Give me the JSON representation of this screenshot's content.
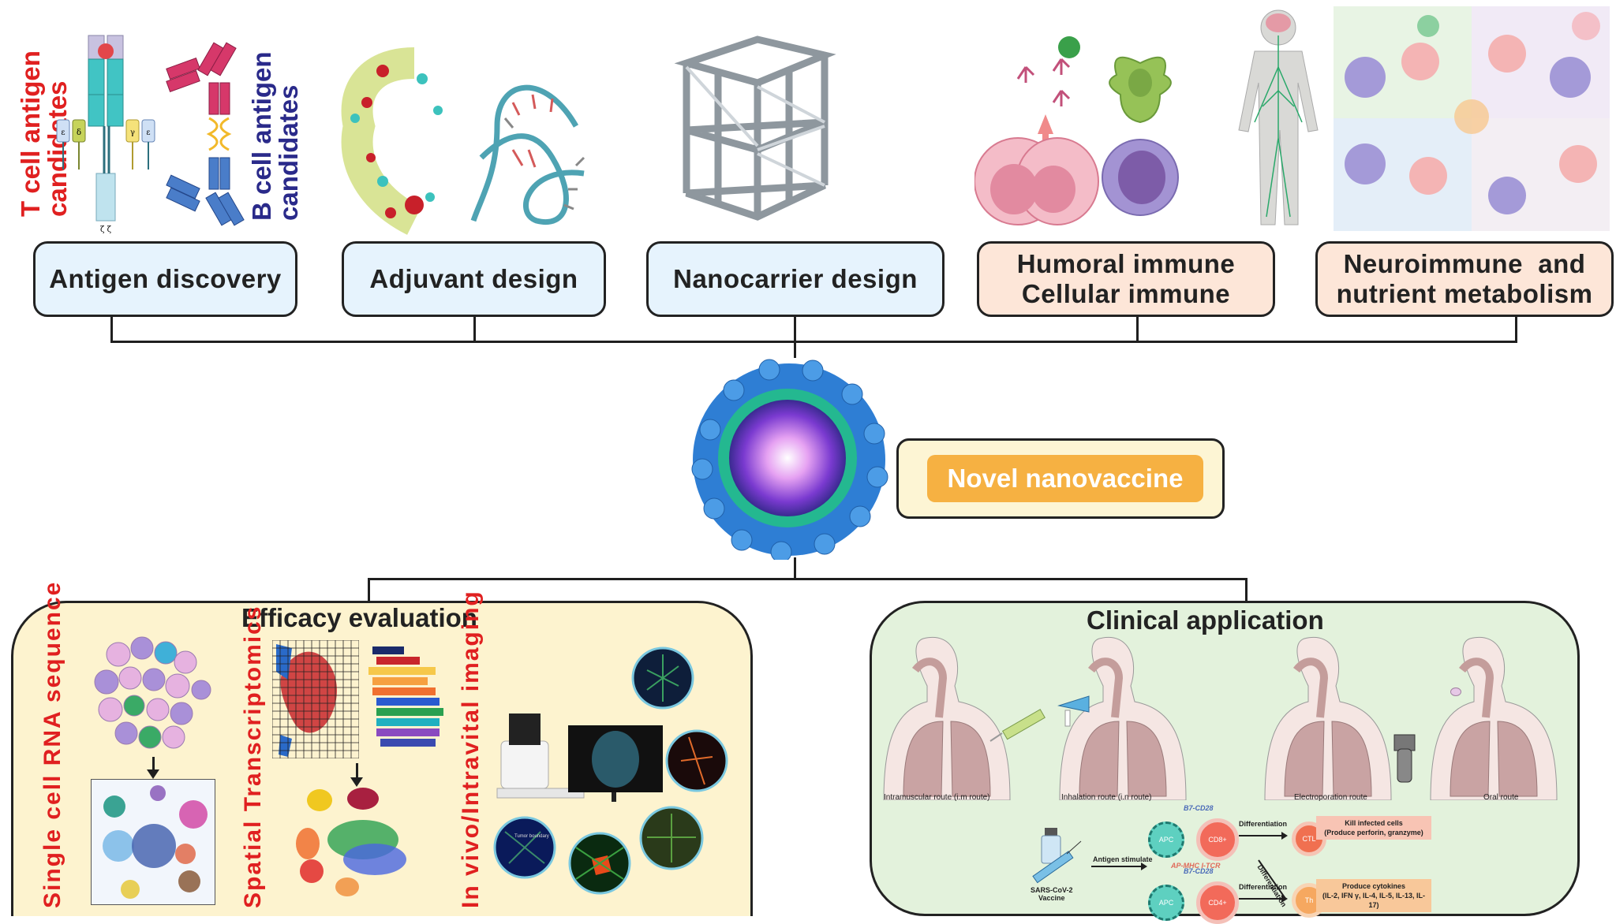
{
  "top_row": {
    "antigen_labels": {
      "t_cell": [
        "T cell antigen",
        "candidates"
      ],
      "b_cell": [
        "B cell antigen",
        "candidates"
      ]
    },
    "tcr_chain_labels": [
      "ε",
      "δ",
      "γ",
      "ε",
      "ζ ζ"
    ],
    "boxes": [
      {
        "label": "Antigen discovery",
        "color": "#e6f3fd"
      },
      {
        "label": "Adjuvant design",
        "color": "#e6f3fd"
      },
      {
        "label": "Nanocarrier design",
        "color": "#e6f3fd"
      },
      {
        "label": [
          "Humoral immune",
          "Cellular immune"
        ],
        "color": "#fde6d8"
      },
      {
        "label": [
          "Neuroimmune  and",
          "nutrient metabolism"
        ],
        "color": "#fde6d8"
      }
    ]
  },
  "center": {
    "label": "Novel nanovaccine",
    "box_color": "#fdf5d4",
    "pill_color": "#f6b142"
  },
  "efficacy": {
    "title": "Efficacy evaluation",
    "bg": "#fdf3cf",
    "methods": [
      "Single cell RNA sequence",
      "Spatial Transcriptomics",
      "In vivo/Intravital imaging"
    ],
    "method_color": "#e02020",
    "imaging_annotation": "Tumor boundary"
  },
  "clinical": {
    "title": "Clinical application",
    "bg": "#e3f2dc",
    "routes": [
      "Intramuscular route (i.m route)",
      "Inhalation route (i.n route)",
      "Electroporation route",
      "Oral route"
    ],
    "pathway": {
      "vaccine": [
        "SARS-CoV-2",
        "Vaccine"
      ],
      "stimulate": "Antigen stimulate",
      "signal_top": "B7-CD28",
      "signal_top_sub": "AP-MHC I-TCR",
      "signal_bottom": "B7-CD28",
      "apc": "APC",
      "cd8": "CD8+",
      "cd4": "CD4+",
      "ctl": "CTL",
      "th": "Th",
      "diff": "Differentiation",
      "ctl_effect": [
        "Kill infected cells",
        "(Produce perforin, granzyme)"
      ],
      "th_effect": [
        "Produce cytokines",
        "(IL-2, IFN γ, IL-4, IL-5, IL-13, IL-17)"
      ]
    }
  }
}
